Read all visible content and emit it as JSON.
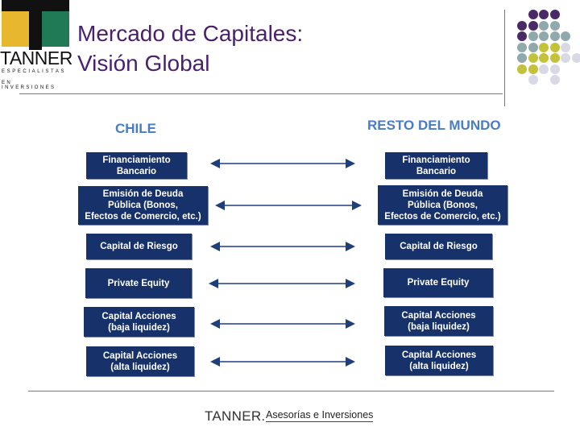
{
  "slide": {
    "title_line1": "Mercado de Capitales:",
    "title_line2": "Visión Global"
  },
  "logo": {
    "word": "TANNER",
    "tagline1": "ESPECIALISTAS",
    "tagline2": "EN INVERSIONES"
  },
  "diagram": {
    "left_heading": "CHILE",
    "right_heading": "RESTO DEL MUNDO",
    "rows": [
      {
        "left": "Financiamiento\nBancario",
        "right": "Financiamiento\nBancario"
      },
      {
        "left": "Emisión de Deuda\nPública (Bonos,\nEfectos de Comercio, etc.)",
        "right": "Emisión de Deuda\nPública (Bonos,\nEfectos de Comercio, etc.)"
      },
      {
        "left": "Capital de Riesgo",
        "right": "Capital de Riesgo"
      },
      {
        "left": "Private Equity",
        "right": "Private Equity"
      },
      {
        "left": "Capital Acciones\n(baja liquidez)",
        "right": "Capital Acciones\n(baja liquidez)"
      },
      {
        "left": "Capital Acciones\n(alta liquidez)",
        "right": "Capital Acciones\n(alta liquidez)"
      }
    ]
  },
  "footer": {
    "brand": "TANNER.",
    "text": "Asesorías e Inversiones"
  },
  "colors": {
    "box": "#17326a",
    "title": "#4a1f6e",
    "heading": "#4a7cc4",
    "arrow": "#1f3f7a",
    "dot_purple": "#4a2a66",
    "dot_teal": "#8fa9ad",
    "dot_olive": "#c3c23a",
    "dot_lavender": "#d9d9e6"
  }
}
